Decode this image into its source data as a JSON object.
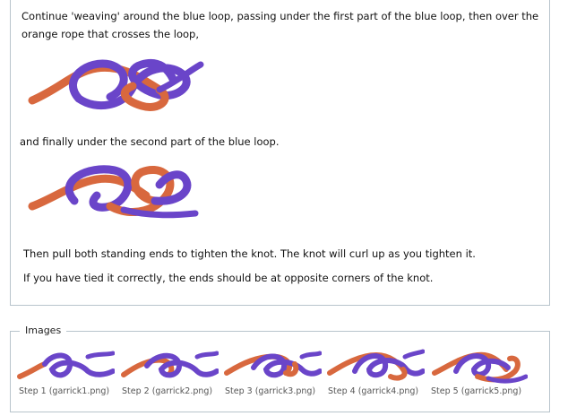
{
  "instructions": {
    "para1": "Continue 'weaving' around the blue loop, passing under the first part of the blue loop, then over the orange rope that crosses the loop,",
    "para2": "and finally under the second part of the blue loop.",
    "para3": "Then pull both standing ends to tighten the knot. The knot will curl up as you tighten it.",
    "para4": "If you have tied it correctly, the ends should be at opposite corners of the knot."
  },
  "images_panel": {
    "legend": "Images",
    "thumbnails": [
      {
        "caption": "Step 1 (garrick1.png)"
      },
      {
        "caption": "Step 2 (garrick2.png)"
      },
      {
        "caption": "Step 3 (garrick3.png)"
      },
      {
        "caption": "Step 4 (garrick4.png)"
      },
      {
        "caption": "Step 5 (garrick5.png)"
      }
    ]
  },
  "colors": {
    "blue_rope": "#6a45c9",
    "orange_rope": "#d8683e",
    "border": "#b8c4cc"
  }
}
